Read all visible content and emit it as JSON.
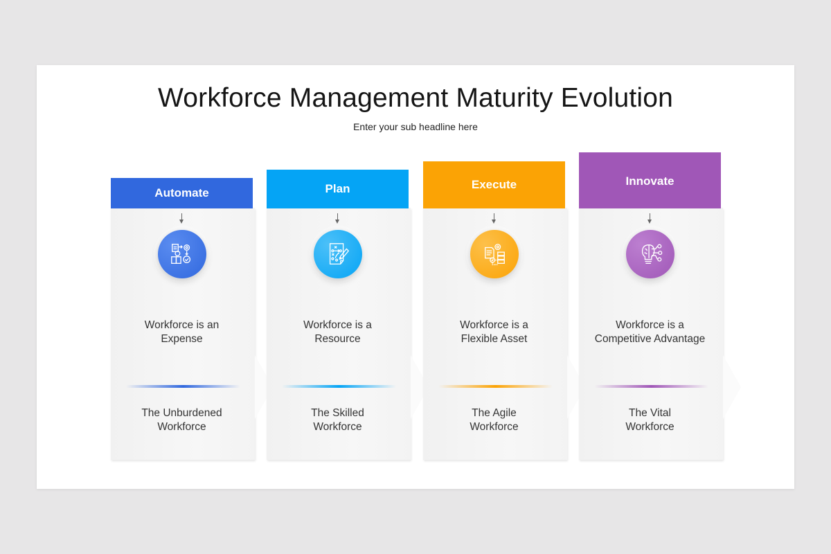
{
  "title": "Workforce Management Maturity Evolution",
  "subtitle": "Enter your sub headline here",
  "stages": [
    {
      "label": "Automate",
      "color": "#3168de",
      "icon": "automation-workflow-icon",
      "description_line1": "Workforce is an",
      "description_line2": "Expense",
      "name_line1": "The Unburdened",
      "name_line2": "Workforce"
    },
    {
      "label": "Plan",
      "color": "#05a4f5",
      "icon": "strategy-plan-icon",
      "description_line1": "Workforce is a",
      "description_line2": "Resource",
      "name_line1": "The Skilled",
      "name_line2": "Workforce"
    },
    {
      "label": "Execute",
      "color": "#fba305",
      "icon": "execution-process-icon",
      "description_line1": "Workforce is a",
      "description_line2": "Flexible Asset",
      "name_line1": "The Agile",
      "name_line2": "Workforce"
    },
    {
      "label": "Innovate",
      "color": "#a057b7",
      "icon": "innovation-bulb-brain-icon",
      "description_line1": "Workforce is a",
      "description_line2": "Competitive Advantage",
      "name_line1": "The Vital",
      "name_line2": "Workforce"
    }
  ]
}
